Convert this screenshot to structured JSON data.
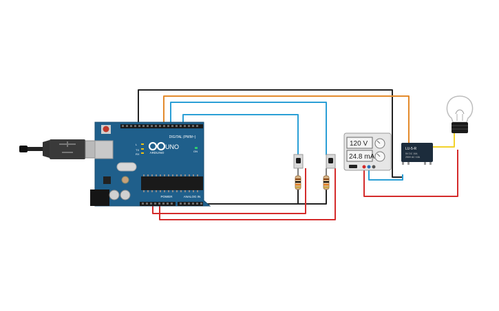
{
  "arduino": {
    "brand_label": "ARDUINO",
    "model_label": "UNO",
    "digital_label": "DIGITAL (PWM~)",
    "power_label": "POWER",
    "analog_label": "ANALOG IN",
    "tx_label": "TX",
    "rx_label": "RX",
    "l_label": "L",
    "on_label": "ON"
  },
  "power_supply": {
    "voltage_display": "120 V",
    "current_display": "24.8 mA"
  },
  "relay": {
    "label": "LU-5-R",
    "spec_line1": "5V DC 10A",
    "spec_line2": "250V AC 10A"
  },
  "colors": {
    "board": "#1f5f8b",
    "board_dark": "#184c70",
    "wire_black": "#222222",
    "wire_orange": "#e38a2b",
    "wire_blue": "#2a9fd6",
    "wire_red": "#d42a2a",
    "wire_yellow": "#f2d22a",
    "psu_body": "#e6e6e6",
    "display_bg": "#f4f4f4",
    "relay_body": "#1c2c3c"
  }
}
